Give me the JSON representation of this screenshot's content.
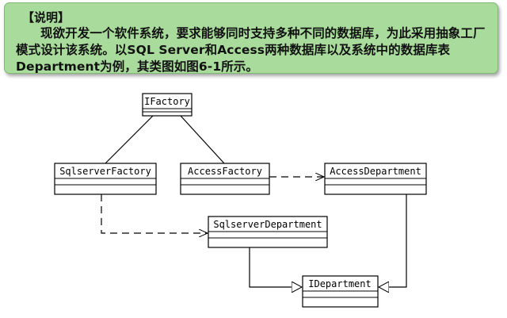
{
  "note": {
    "heading": "【说明】",
    "body": "现欲开发一个软件系统，要求能够同时支持多种不同的数据库，为此采用抽象工厂模式设计该系统。以SQL Server和Access两种数据库以及系统中的数据库表Department为例，其类图如图6-1所示。"
  },
  "diagram": {
    "classes": {
      "ifactory": "IFactory",
      "sqlserver_factory": "SqlserverFactory",
      "access_factory": "AccessFactory",
      "access_department": "AccessDepartment",
      "sqlserver_department": "SqlserverDepartment",
      "idepartment": "IDepartment"
    }
  }
}
